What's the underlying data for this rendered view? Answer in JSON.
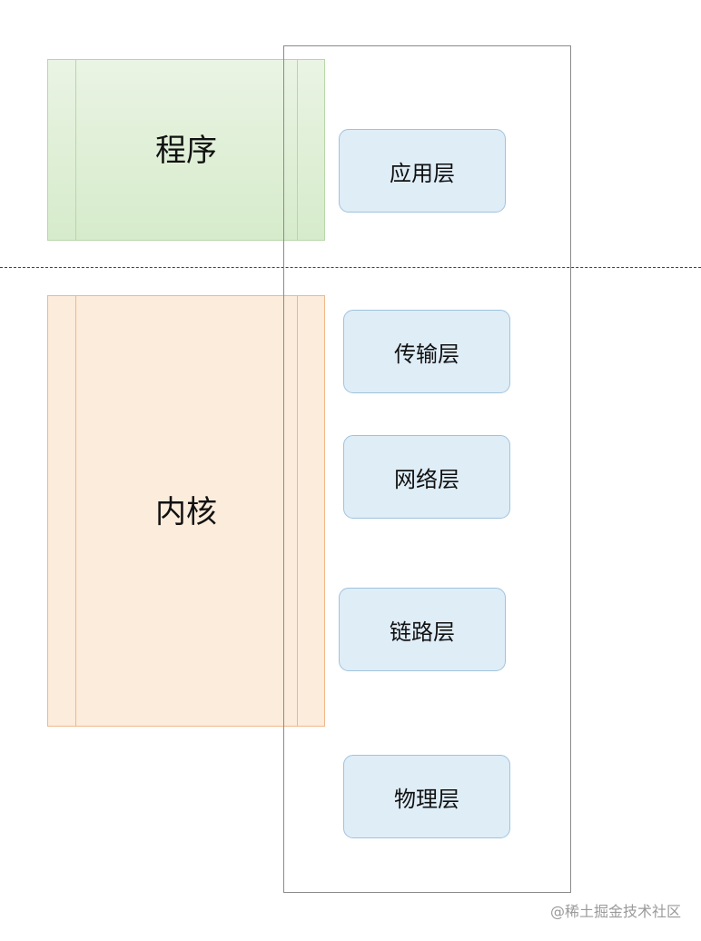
{
  "diagram": {
    "program_block": {
      "label": "程序"
    },
    "kernel_block": {
      "label": "内核"
    },
    "layers": [
      {
        "label": "应用层"
      },
      {
        "label": "传输层"
      },
      {
        "label": "网络层"
      },
      {
        "label": "链路层"
      },
      {
        "label": "物理层"
      }
    ]
  },
  "watermark": "@稀土掘金技术社区",
  "colors": {
    "program_fill": "#d6ebcb",
    "kernel_fill": "#fcecdc",
    "layer_fill": "#dfedf7"
  }
}
